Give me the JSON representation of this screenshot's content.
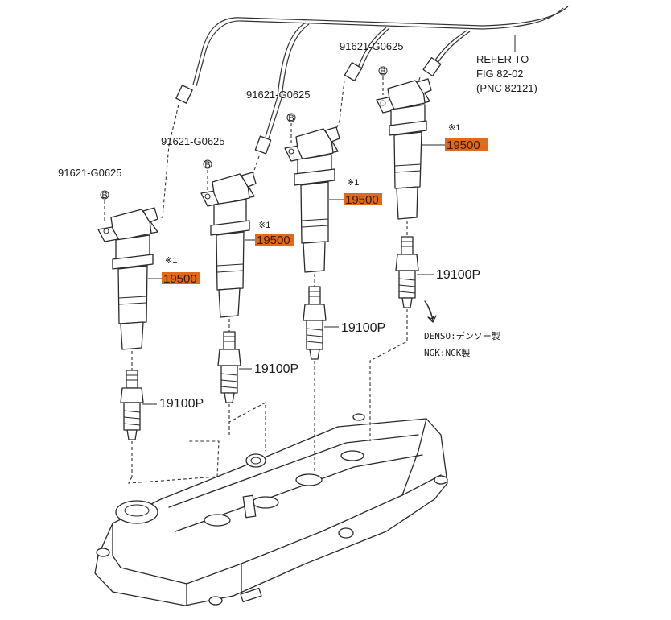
{
  "colors": {
    "highlight": "#e0691a",
    "line": "#2a2a2a",
    "background": "#ffffff"
  },
  "bolt_part_number": "91621-G0625",
  "bolt_symbol": "B",
  "coil_part_number": "19500",
  "coil_mark": "※1",
  "plug_part_number": "19100P",
  "reference": {
    "line1": "REFER TO",
    "line2": "FIG   82-02",
    "line3": "(PNC 82121)"
  },
  "legend": {
    "line1": "DENSO:デンソー製",
    "line2": "NGK:NGK製"
  },
  "icons": [
    "arrow-down-icon"
  ]
}
